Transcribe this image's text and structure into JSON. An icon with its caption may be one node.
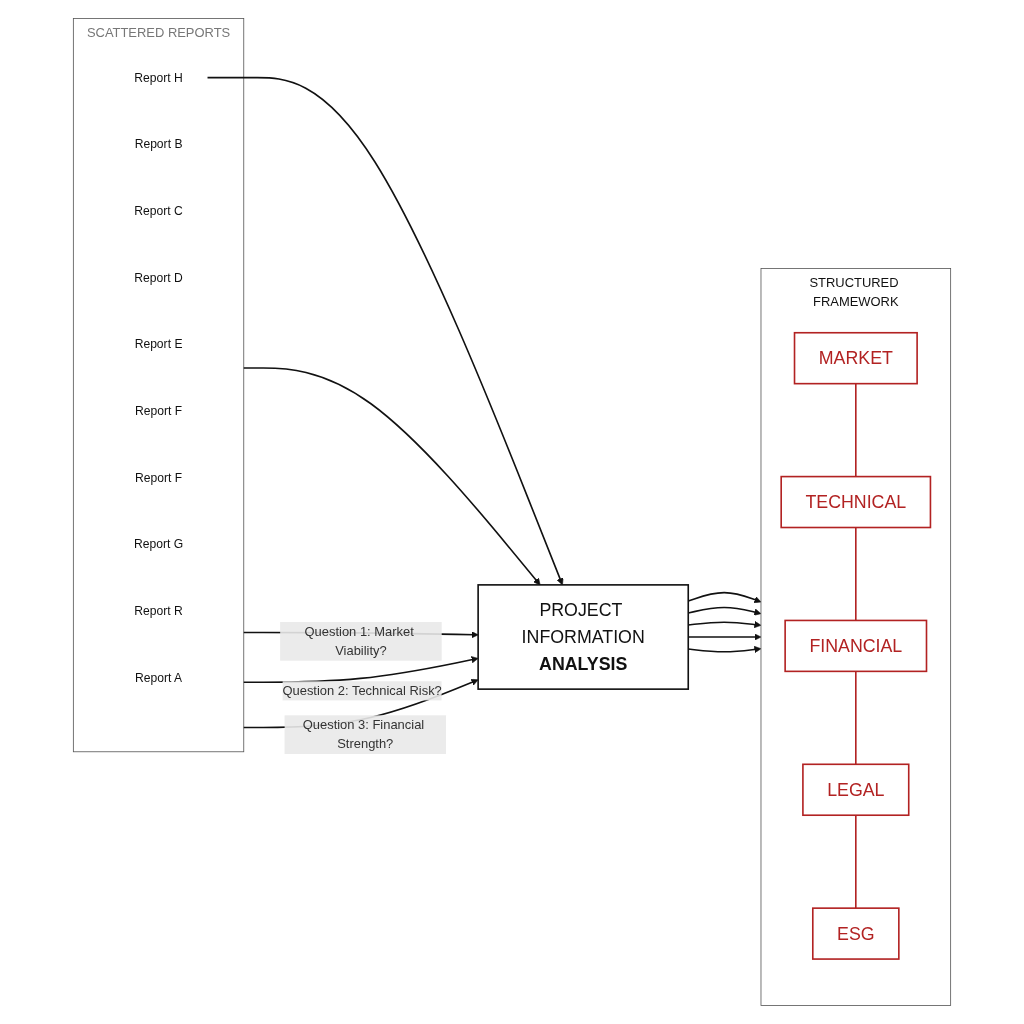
{
  "diagram": {
    "nodes": [
      {
        "text": [
          "SCATTERED REPORTS"
        ]
      },
      {
        "text": [
          "Report A"
        ],
        "in": 0
      },
      {
        "text": [
          "Report B"
        ],
        "in": 0
      },
      {
        "text": [
          "Report C"
        ],
        "in": 0
      },
      {
        "text": [
          "Report D"
        ],
        "in": 0
      },
      {
        "text": [
          "Report E"
        ],
        "in": 0
      },
      {
        "text": [
          "Report F"
        ],
        "in": 0
      },
      {
        "text": [
          "Report F"
        ],
        "in": 0
      },
      {
        "text": [
          "Report G"
        ],
        "in": 0
      },
      {
        "text": [
          "Report R"
        ],
        "in": 0
      },
      {
        "text": [
          "Report H"
        ],
        "in": 0
      },
      {
        "text": [
          "PROJECT INFORMATION",
          "ANALYSIS"
        ]
      },
      {
        "text": [
          "STRUCTURED FRAMEWORK"
        ]
      },
      {
        "text": [
          "MARKET"
        ],
        "in": 12
      },
      {
        "text": [
          "TECHNICAL"
        ],
        "in": 12
      },
      {
        "text": [
          "FINANCIAL"
        ],
        "in": 12
      },
      {
        "text": [
          "LEGAL"
        ],
        "in": 12
      },
      {
        "text": [
          "ESG"
        ],
        "in": 12
      }
    ],
    "edges": [
      {
        "from": 0,
        "to": 11,
        "arrow": "to"
      },
      {
        "from": 0,
        "to": 11,
        "arrow": "to",
        "label": "Question 1: Market Viability?"
      },
      {
        "from": 0,
        "to": 11,
        "arrow": "to",
        "label": "Question 2: Technical Risk?"
      },
      {
        "from": 0,
        "to": 11,
        "arrow": "to",
        "label": "Question 3: Financial Strength?"
      },
      {
        "from": 10,
        "to": 11,
        "arrow": "to"
      },
      {
        "from": 11,
        "to": 12,
        "arrow": "to"
      },
      {
        "from": 11,
        "to": 12,
        "arrow": "to"
      },
      {
        "from": 11,
        "to": 12,
        "arrow": "to"
      },
      {
        "from": 11,
        "to": 12,
        "arrow": "to"
      },
      {
        "from": 11,
        "to": 12,
        "arrow": "to"
      },
      {
        "from": 13,
        "to": 14,
        "arrow": "none",
        "color": "#b22222"
      },
      {
        "from": 14,
        "to": 15,
        "arrow": "none",
        "color": "#b22222"
      },
      {
        "from": 15,
        "to": 16,
        "arrow": "none",
        "color": "#b22222"
      },
      {
        "from": 16,
        "to": 17,
        "arrow": "none",
        "color": "#b22222"
      }
    ]
  }
}
